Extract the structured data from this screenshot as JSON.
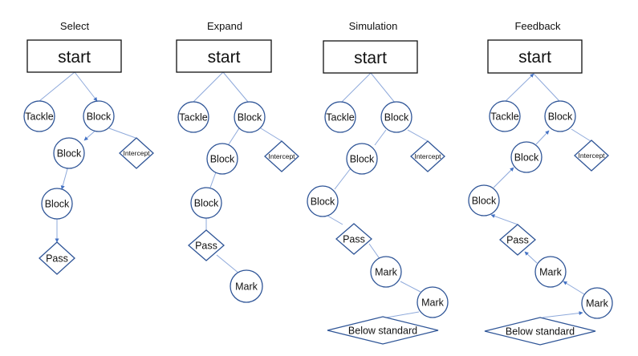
{
  "panels": [
    {
      "title": "Select",
      "start": "start",
      "nodes": [
        {
          "label": "Tackle",
          "shape": "circle"
        },
        {
          "label": "Block",
          "shape": "circle"
        },
        {
          "label": "Block",
          "shape": "circle"
        },
        {
          "label": "Intercept",
          "shape": "diamond"
        },
        {
          "label": "Block",
          "shape": "circle"
        },
        {
          "label": "Pass",
          "shape": "diamond"
        }
      ]
    },
    {
      "title": "Expand",
      "start": "start",
      "nodes": [
        {
          "label": "Tackle",
          "shape": "circle"
        },
        {
          "label": "Block",
          "shape": "circle"
        },
        {
          "label": "Block",
          "shape": "circle"
        },
        {
          "label": "Intercept",
          "shape": "diamond"
        },
        {
          "label": "Block",
          "shape": "circle"
        },
        {
          "label": "Pass",
          "shape": "diamond"
        },
        {
          "label": "Mark",
          "shape": "circle"
        }
      ]
    },
    {
      "title": "Simulation",
      "start": "start",
      "nodes": [
        {
          "label": "Tackle",
          "shape": "circle"
        },
        {
          "label": "Block",
          "shape": "circle"
        },
        {
          "label": "Block",
          "shape": "circle"
        },
        {
          "label": "Intercept",
          "shape": "diamond"
        },
        {
          "label": "Block",
          "shape": "circle"
        },
        {
          "label": "Pass",
          "shape": "diamond"
        },
        {
          "label": "Mark",
          "shape": "circle"
        },
        {
          "label": "Mark",
          "shape": "circle"
        },
        {
          "label": "Below standard",
          "shape": "diamond"
        }
      ]
    },
    {
      "title": "Feedback",
      "start": "start",
      "nodes": [
        {
          "label": "Tackle",
          "shape": "circle"
        },
        {
          "label": "Block",
          "shape": "circle"
        },
        {
          "label": "Block",
          "shape": "circle"
        },
        {
          "label": "Intercept",
          "shape": "diamond"
        },
        {
          "label": "Block",
          "shape": "circle"
        },
        {
          "label": "Pass",
          "shape": "diamond"
        },
        {
          "label": "Mark",
          "shape": "circle"
        },
        {
          "label": "Mark",
          "shape": "circle"
        },
        {
          "label": "Below standard",
          "shape": "diamond"
        }
      ]
    }
  ],
  "colors": {
    "node_stroke": "#2f5597",
    "edge": "#8ea9db",
    "box_stroke": "#111111",
    "text": "#111111"
  }
}
